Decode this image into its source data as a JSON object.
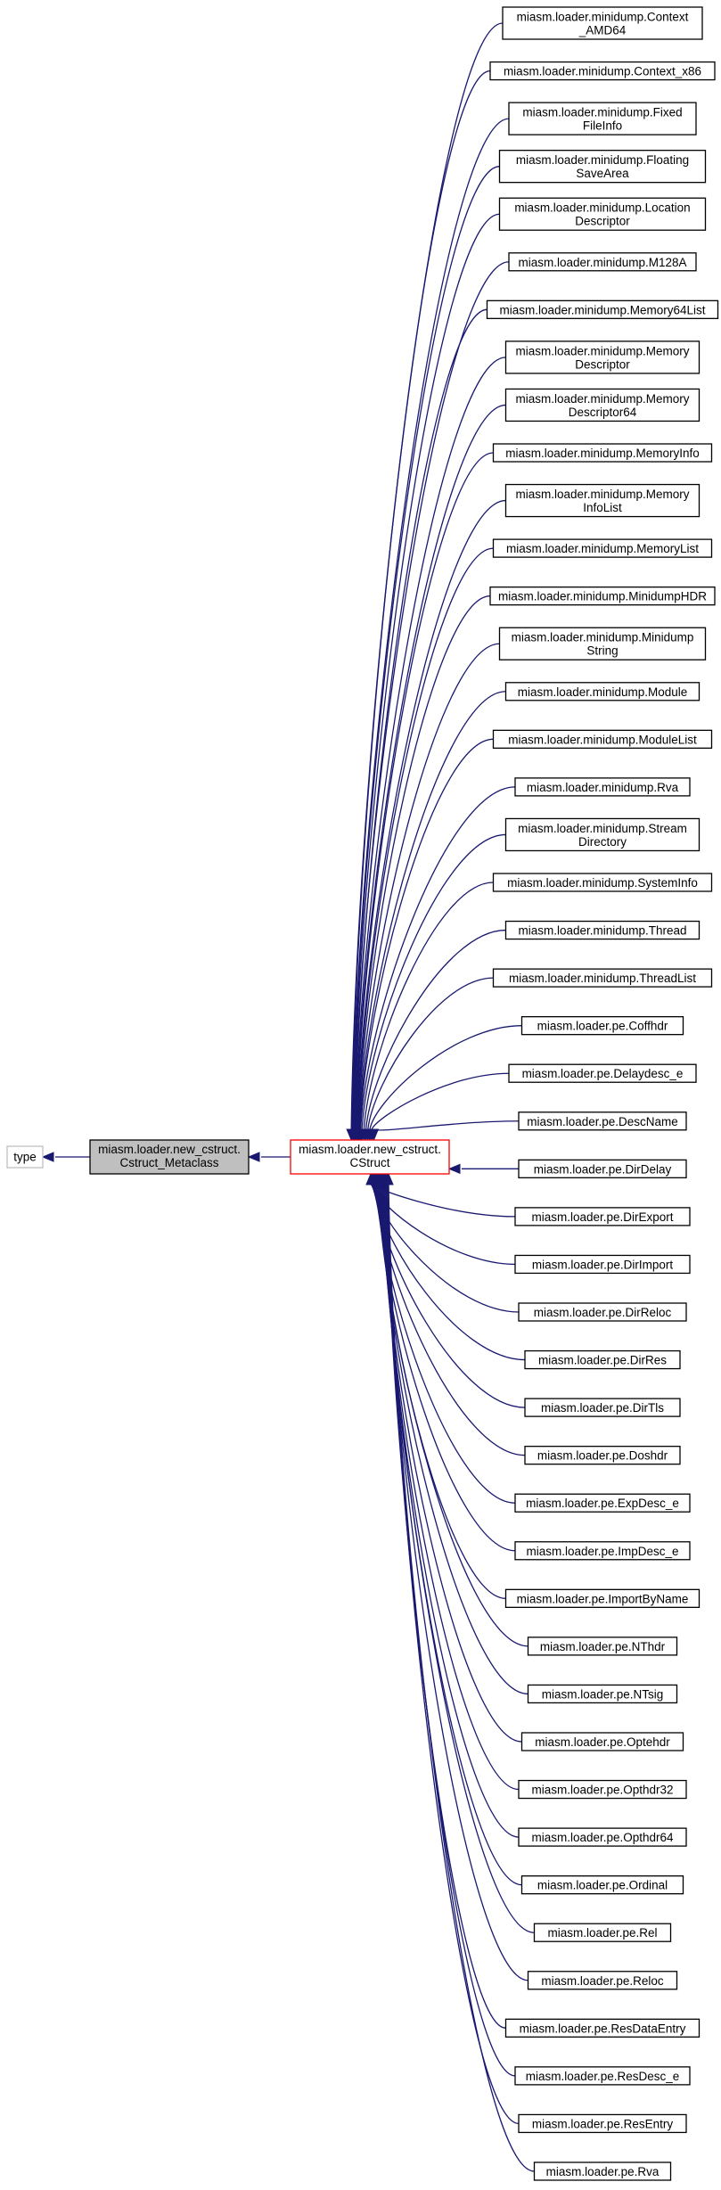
{
  "diagram": {
    "type": "class-inheritance-graph",
    "edge_color": "#191970",
    "base": {
      "label": "type",
      "lines": [
        "type"
      ]
    },
    "metaclass": {
      "label": "miasm.loader.new_cstruct.Cstruct_Metaclass",
      "lines": [
        "miasm.loader.new_cstruct.",
        "Cstruct_Metaclass"
      ],
      "fill": "#bfbfbf"
    },
    "cstruct": {
      "label": "miasm.loader.new_cstruct.CStruct",
      "lines": [
        "miasm.loader.new_cstruct.",
        "CStruct"
      ],
      "border_color": "#ff0000"
    },
    "derived": [
      {
        "lines": [
          "miasm.loader.minidump.Context",
          "_AMD64"
        ]
      },
      {
        "lines": [
          "miasm.loader.minidump.Context_x86"
        ]
      },
      {
        "lines": [
          "miasm.loader.minidump.Fixed",
          "FileInfo"
        ]
      },
      {
        "lines": [
          "miasm.loader.minidump.Floating",
          "SaveArea"
        ]
      },
      {
        "lines": [
          "miasm.loader.minidump.Location",
          "Descriptor"
        ]
      },
      {
        "lines": [
          "miasm.loader.minidump.M128A"
        ]
      },
      {
        "lines": [
          "miasm.loader.minidump.Memory64List"
        ]
      },
      {
        "lines": [
          "miasm.loader.minidump.Memory",
          "Descriptor"
        ]
      },
      {
        "lines": [
          "miasm.loader.minidump.Memory",
          "Descriptor64"
        ]
      },
      {
        "lines": [
          "miasm.loader.minidump.MemoryInfo"
        ]
      },
      {
        "lines": [
          "miasm.loader.minidump.Memory",
          "InfoList"
        ]
      },
      {
        "lines": [
          "miasm.loader.minidump.MemoryList"
        ]
      },
      {
        "lines": [
          "miasm.loader.minidump.MinidumpHDR"
        ]
      },
      {
        "lines": [
          "miasm.loader.minidump.Minidump",
          "String"
        ]
      },
      {
        "lines": [
          "miasm.loader.minidump.Module"
        ]
      },
      {
        "lines": [
          "miasm.loader.minidump.ModuleList"
        ]
      },
      {
        "lines": [
          "miasm.loader.minidump.Rva"
        ]
      },
      {
        "lines": [
          "miasm.loader.minidump.Stream",
          "Directory"
        ]
      },
      {
        "lines": [
          "miasm.loader.minidump.SystemInfo"
        ]
      },
      {
        "lines": [
          "miasm.loader.minidump.Thread"
        ]
      },
      {
        "lines": [
          "miasm.loader.minidump.ThreadList"
        ]
      },
      {
        "lines": [
          "miasm.loader.pe.Coffhdr"
        ]
      },
      {
        "lines": [
          "miasm.loader.pe.Delaydesc_e"
        ]
      },
      {
        "lines": [
          "miasm.loader.pe.DescName"
        ]
      },
      {
        "lines": [
          "miasm.loader.pe.DirDelay"
        ]
      },
      {
        "lines": [
          "miasm.loader.pe.DirExport"
        ]
      },
      {
        "lines": [
          "miasm.loader.pe.DirImport"
        ]
      },
      {
        "lines": [
          "miasm.loader.pe.DirReloc"
        ]
      },
      {
        "lines": [
          "miasm.loader.pe.DirRes"
        ]
      },
      {
        "lines": [
          "miasm.loader.pe.DirTls"
        ]
      },
      {
        "lines": [
          "miasm.loader.pe.Doshdr"
        ]
      },
      {
        "lines": [
          "miasm.loader.pe.ExpDesc_e"
        ]
      },
      {
        "lines": [
          "miasm.loader.pe.ImpDesc_e"
        ]
      },
      {
        "lines": [
          "miasm.loader.pe.ImportByName"
        ]
      },
      {
        "lines": [
          "miasm.loader.pe.NThdr"
        ]
      },
      {
        "lines": [
          "miasm.loader.pe.NTsig"
        ]
      },
      {
        "lines": [
          "miasm.loader.pe.Optehdr"
        ]
      },
      {
        "lines": [
          "miasm.loader.pe.Opthdr32"
        ]
      },
      {
        "lines": [
          "miasm.loader.pe.Opthdr64"
        ]
      },
      {
        "lines": [
          "miasm.loader.pe.Ordinal"
        ]
      },
      {
        "lines": [
          "miasm.loader.pe.Rel"
        ]
      },
      {
        "lines": [
          "miasm.loader.pe.Reloc"
        ]
      },
      {
        "lines": [
          "miasm.loader.pe.ResDataEntry"
        ]
      },
      {
        "lines": [
          "miasm.loader.pe.ResDesc_e"
        ]
      },
      {
        "lines": [
          "miasm.loader.pe.ResEntry"
        ]
      },
      {
        "lines": [
          "miasm.loader.pe.Rva"
        ]
      }
    ]
  }
}
